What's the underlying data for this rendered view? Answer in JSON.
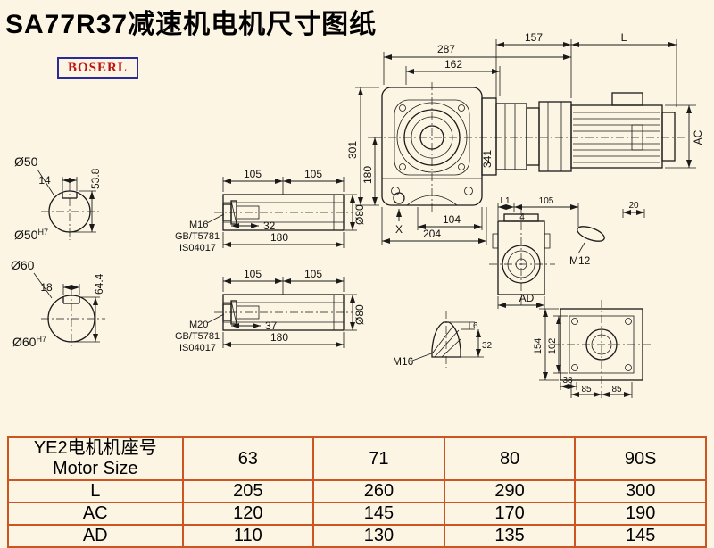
{
  "title": "SA77R37减速机电机尺寸图纸",
  "logo": "BOSERL",
  "colors": {
    "background": "#fcf5e3",
    "line": "#1a1a1a",
    "table_border": "#cc5522",
    "logo_border": "#2a2a99",
    "logo_text": "#c11111"
  },
  "drawing": {
    "main_view": {
      "dim_287": "287",
      "dim_162": "162",
      "dim_157": "157",
      "dim_L": "L",
      "dim_301": "301",
      "dim_180": "180",
      "dim_341": "341",
      "dim_AC": "AC",
      "dim_X": "X",
      "dim_104": "104",
      "dim_204": "204"
    },
    "shaft_50": {
      "label": "Ø50",
      "key_width": "14",
      "key_height": "53.8",
      "fit_label": "Ø50",
      "fit_sup": "H7"
    },
    "shaft_60": {
      "label": "Ø60",
      "key_width": "18",
      "key_height": "64.4",
      "fit_label": "Ø60",
      "fit_sup": "H7"
    },
    "hollow_shaft_1": {
      "dim_a": "105",
      "dim_b": "105",
      "bolt": "M16",
      "standard_1": "GB/T5781",
      "standard_2": "IS04017",
      "dim_depth": "32",
      "dim_length": "180",
      "dim_dia": "Ø80"
    },
    "hollow_shaft_2": {
      "dim_a": "105",
      "dim_b": "105",
      "bolt": "M20",
      "standard_1": "GB/T5781",
      "standard_2": "IS04017",
      "dim_depth": "37",
      "dim_length": "180",
      "dim_dia": "Ø80"
    },
    "side_view": {
      "dim_L1": "L1",
      "dim_105": "105",
      "dim_4": "4",
      "dim_20": "20",
      "bolt": "M12",
      "dim_AD": "AD"
    },
    "plug_view": {
      "bolt": "M16",
      "dim_6": "6",
      "dim_32": "32"
    },
    "rear_view": {
      "dim_154": "154",
      "dim_102": "102",
      "dim_38": "38",
      "dim_85a": "85",
      "dim_85b": "85"
    }
  },
  "table": {
    "header": {
      "label_cn": "YE2电机机座号",
      "label_en": "Motor Size",
      "sizes": [
        "63",
        "71",
        "80",
        "90S"
      ]
    },
    "rows": [
      {
        "label": "L",
        "values": [
          "205",
          "260",
          "290",
          "300"
        ]
      },
      {
        "label": "AC",
        "values": [
          "120",
          "145",
          "170",
          "190"
        ]
      },
      {
        "label": "AD",
        "values": [
          "110",
          "130",
          "135",
          "145"
        ]
      }
    ]
  }
}
